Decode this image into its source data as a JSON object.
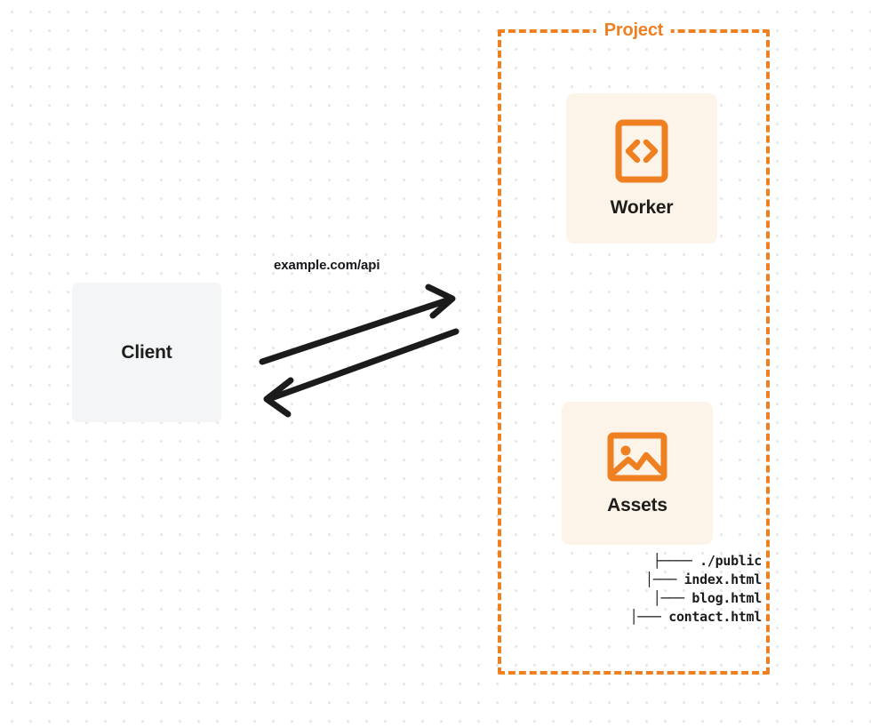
{
  "diagram": {
    "title": "Client to Project (Worker and Assets) request flow",
    "colors": {
      "accent_orange": "#ef8022",
      "card_background": "#fdf4e9",
      "client_background": "#f4f5f7",
      "text": "#1d1d1b",
      "dot_grid": "#e9e9ec"
    }
  },
  "client": {
    "label": "Client"
  },
  "connector": {
    "request_label": "example.com/api",
    "outbound_arrow": "arrow-right-up",
    "inbound_arrow": "arrow-left-down"
  },
  "project": {
    "title": "Project",
    "cards": [
      {
        "id": "worker",
        "label": "Worker",
        "icon": "code-brackets-icon"
      },
      {
        "id": "assets",
        "label": "Assets",
        "icon": "image-icon"
      }
    ],
    "file_tree": [
      {
        "branch": "├────",
        "name": "./public"
      },
      {
        "branch": "│───",
        "name": "index.html"
      },
      {
        "branch": "│───",
        "name": "blog.html"
      },
      {
        "branch": "│───",
        "name": "contact.html"
      }
    ]
  }
}
